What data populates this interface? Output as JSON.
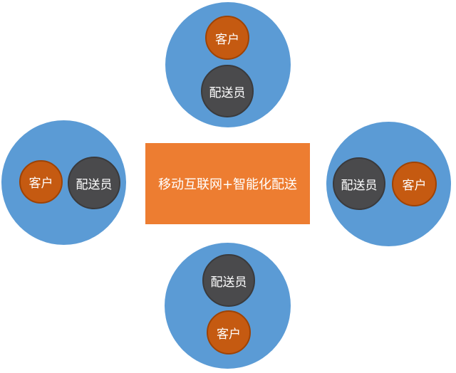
{
  "center": {
    "label": "移动互联网+智能化配送"
  },
  "groups": {
    "top": {
      "customer": "客户",
      "courier": "配送员"
    },
    "left": {
      "customer": "客户",
      "courier": "配送员"
    },
    "right": {
      "courier": "配送员",
      "customer": "客户"
    },
    "bottom": {
      "courier": "配送员",
      "customer": "客户"
    }
  },
  "colors": {
    "group_fill": "#5b9bd5",
    "customer_fill": "#c55a11",
    "courier_fill": "#4a4a4c",
    "center_fill": "#ed7d31",
    "text": "#ffffff"
  }
}
